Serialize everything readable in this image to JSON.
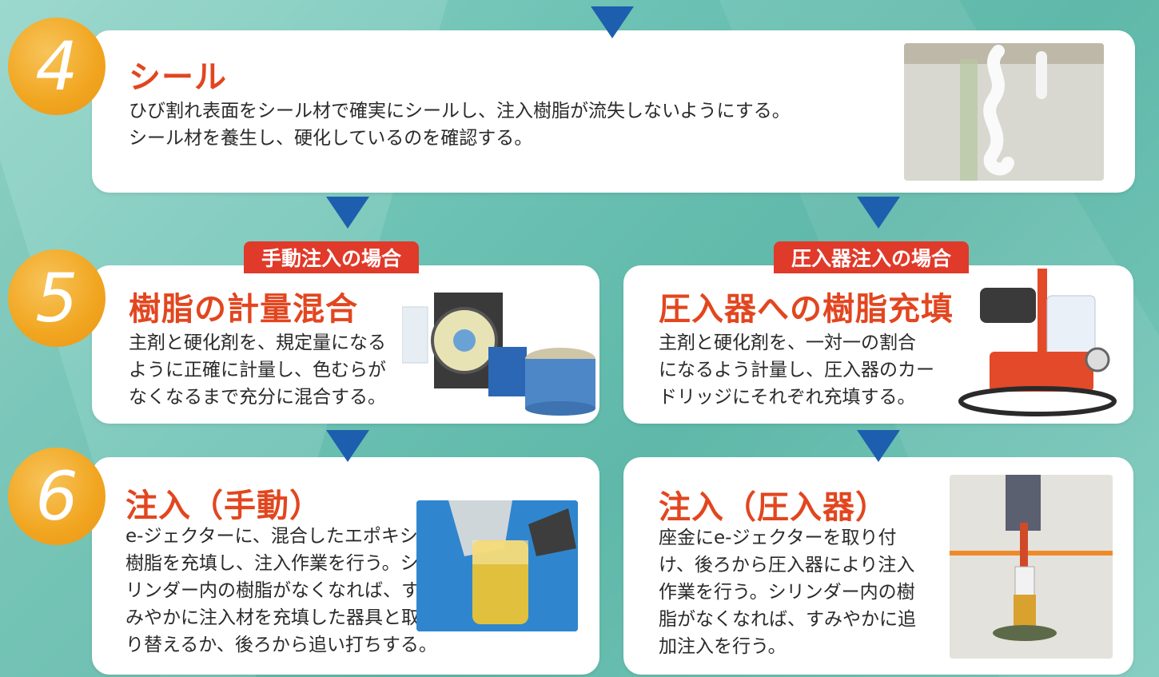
{
  "step4": {
    "number": "4",
    "title": "シール",
    "lines": [
      "ひび割れ表面をシール材で確実にシールし、注入樹脂が流失しないようにする。",
      "シール材を養生し、硬化しているのを確認する。"
    ]
  },
  "step5": {
    "number": "5",
    "left": {
      "badge": "手動注入の場合",
      "title": "樹脂の計量混合",
      "lines": [
        "主剤と硬化剤を、規定量になる",
        "ように正確に計量し、色むらが",
        "なくなるまで充分に混合する。"
      ]
    },
    "right": {
      "badge": "圧入器注入の場合",
      "title": "圧入器への樹脂充填",
      "lines": [
        "主剤と硬化剤を、一対一の割合",
        "になるよう計量し、圧入器のカー",
        "ドリッジにそれぞれ充填する。"
      ]
    }
  },
  "step6": {
    "number": "6",
    "left": {
      "title": "注入（手動）",
      "lines": [
        "e-ジェクターに、混合したエポキシ",
        "樹脂を充填し、注入作業を行う。シ",
        "リンダー内の樹脂がなくなれば、す",
        "みやかに注入材を充填した器具と取",
        "り替えるか、後ろから追い打ちする。"
      ]
    },
    "right": {
      "title": "注入（圧入器）",
      "lines": [
        "座金にe-ジェクターを取り付",
        "け、後ろから圧入器により注入",
        "作業を行う。シリンダー内の樹",
        "脂がなくなれば、すみやかに追",
        "加注入を行う。"
      ]
    }
  },
  "colors": {
    "accent_title": "#e2461f",
    "badge": "#e03a2a",
    "arrow": "#1d5fae",
    "circle": "#f1a51f"
  }
}
